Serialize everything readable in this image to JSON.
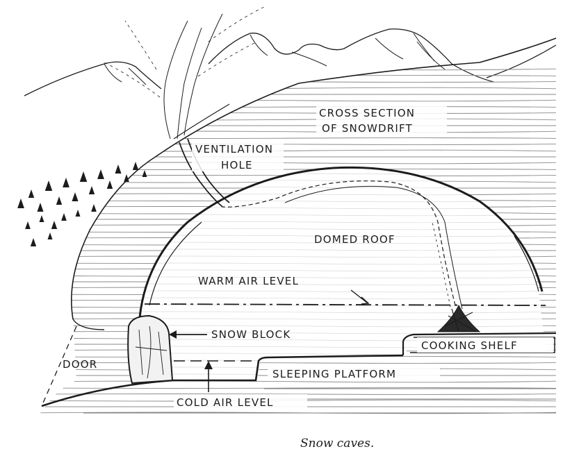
{
  "labels": {
    "cross_section_line1": "CROSS SECTION",
    "cross_section_line2": "OF SNOWDRIFT",
    "ventilation_line1": "VENTILATION",
    "ventilation_line2": "HOLE",
    "domed_roof": "DOMED ROOF",
    "warm_air_level": "WARM AIR LEVEL",
    "snow_block": "SNOW BLOCK",
    "door": "DOOR",
    "cooking_shelf": "COOKING SHELF",
    "sleeping_platform": "SLEEPING PLATFORM",
    "cold_air_level": "COLD AIR LEVEL"
  },
  "caption": "Snow caves."
}
